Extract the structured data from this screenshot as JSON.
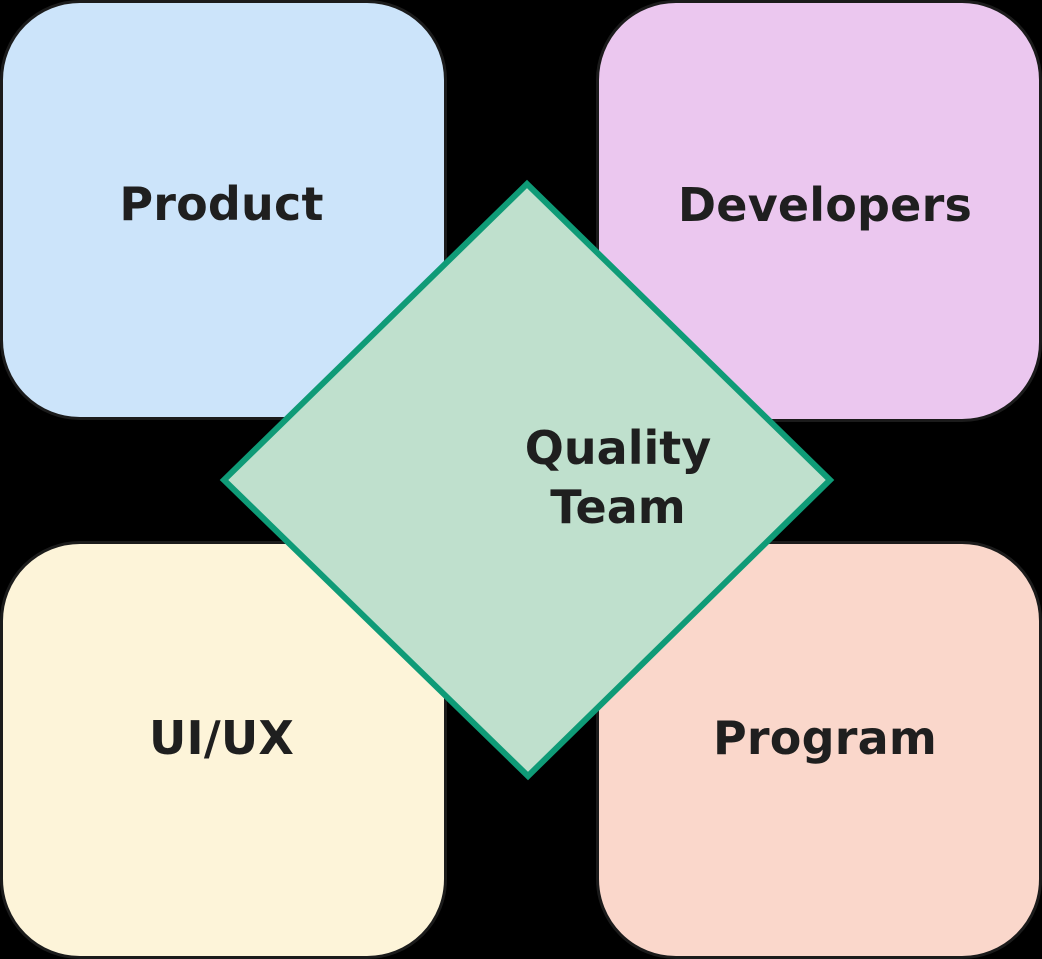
{
  "diagram": {
    "type": "center-satellite-diagram",
    "background_color": "#000000",
    "center": {
      "label": "Quality\nTeam",
      "line1": "Quality",
      "line2": "Team",
      "shape": "diamond",
      "fill_color": "#bfe0cd",
      "border_color": "#0f9b77",
      "text_color": "#1f1f1f"
    },
    "quadrants": [
      {
        "id": "product",
        "label": "Product",
        "position": "top-left",
        "shape": "rounded-square",
        "fill_color": "#cce4fa",
        "border_color": "#1b1b1b",
        "text_color": "#1f1f1f"
      },
      {
        "id": "developers",
        "label": "Developers",
        "position": "top-right",
        "shape": "rounded-square",
        "fill_color": "#ebc7ef",
        "border_color": "#1b1b1b",
        "text_color": "#1f1f1f"
      },
      {
        "id": "uiux",
        "label": "UI/UX",
        "position": "bottom-left",
        "shape": "rounded-square",
        "fill_color": "#fdf4d9",
        "border_color": "#1b1b1b",
        "text_color": "#1f1f1f"
      },
      {
        "id": "program",
        "label": "Program",
        "position": "bottom-right",
        "shape": "rounded-square",
        "fill_color": "#fad7cb",
        "border_color": "#1b1b1b",
        "text_color": "#1f1f1f"
      }
    ]
  }
}
